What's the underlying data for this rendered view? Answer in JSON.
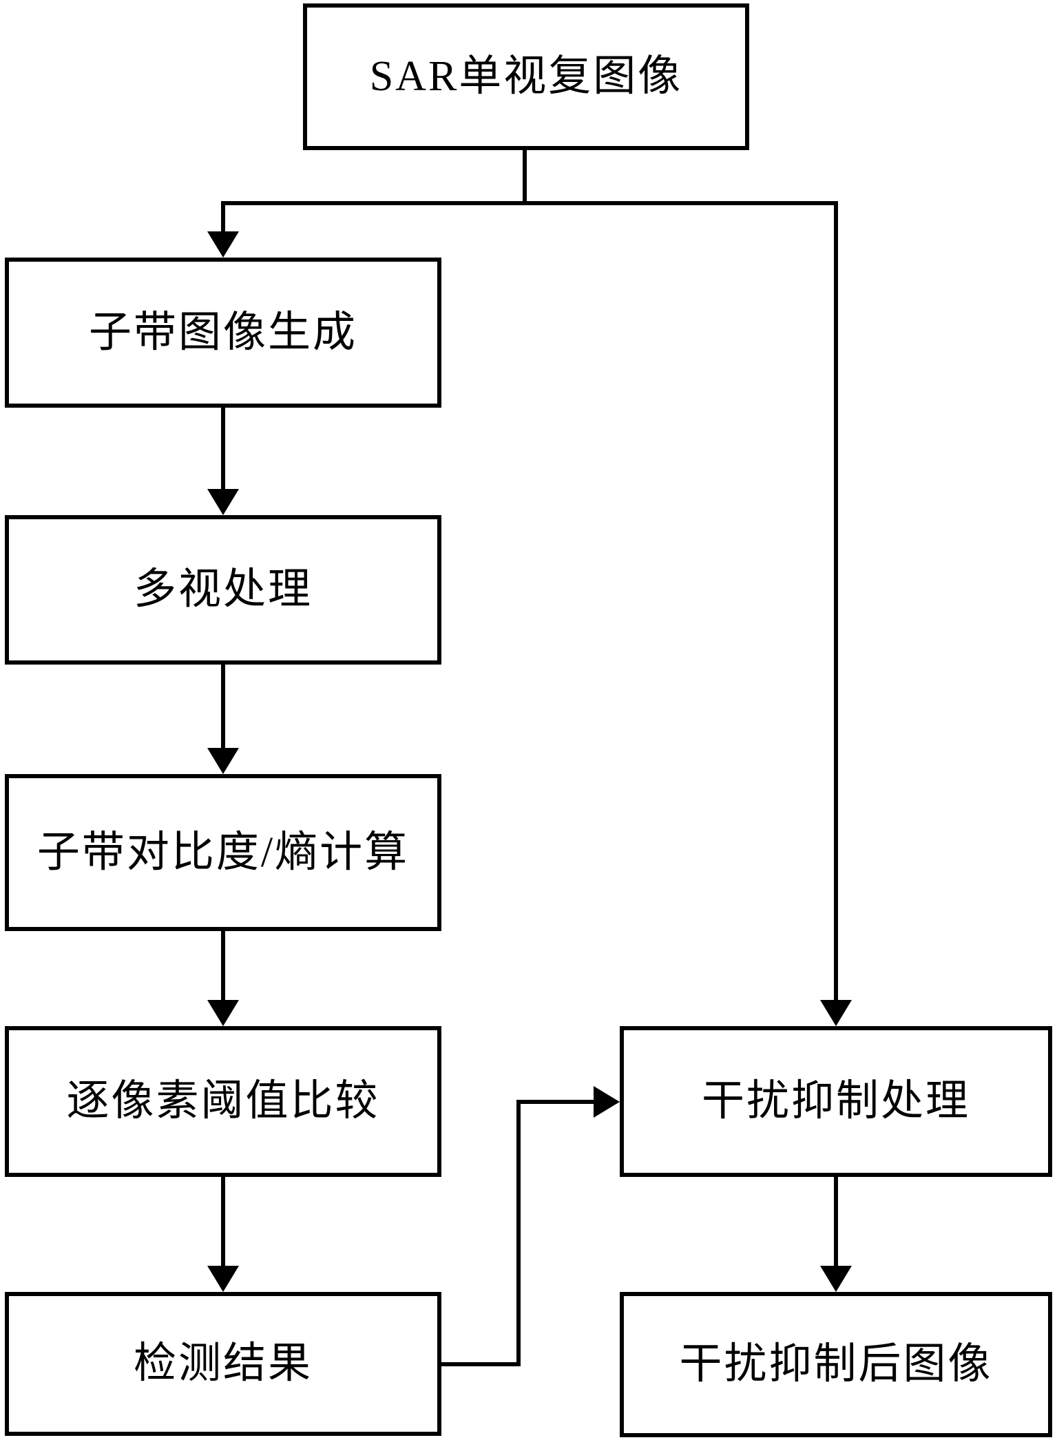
{
  "diagram": {
    "nodes": [
      {
        "id": "sar-slc-image",
        "label": "SAR单视复图像"
      },
      {
        "id": "subband-image-generation",
        "label": "子带图像生成"
      },
      {
        "id": "multilook-processing",
        "label": "多视处理"
      },
      {
        "id": "subband-contrast-entropy-calculation",
        "label": "子带对比度/熵计算"
      },
      {
        "id": "per-pixel-threshold-comparison",
        "label": "逐像素阈值比较"
      },
      {
        "id": "detection-result",
        "label": "检测结果"
      },
      {
        "id": "interference-suppression-processing",
        "label": "干扰抑制处理"
      },
      {
        "id": "image-after-interference-suppression",
        "label": "干扰抑制后图像"
      }
    ],
    "edges": [
      {
        "from": "sar-slc-image",
        "to": "subband-image-generation"
      },
      {
        "from": "sar-slc-image",
        "to": "interference-suppression-processing"
      },
      {
        "from": "subband-image-generation",
        "to": "multilook-processing"
      },
      {
        "from": "multilook-processing",
        "to": "subband-contrast-entropy-calculation"
      },
      {
        "from": "subband-contrast-entropy-calculation",
        "to": "per-pixel-threshold-comparison"
      },
      {
        "from": "per-pixel-threshold-comparison",
        "to": "detection-result"
      },
      {
        "from": "detection-result",
        "to": "interference-suppression-processing"
      },
      {
        "from": "interference-suppression-processing",
        "to": "image-after-interference-suppression"
      }
    ],
    "colors": {
      "line": "#000000",
      "box_border": "#000000",
      "box_fill": "#ffffff",
      "text": "#000000",
      "background": "#ffffff"
    }
  }
}
